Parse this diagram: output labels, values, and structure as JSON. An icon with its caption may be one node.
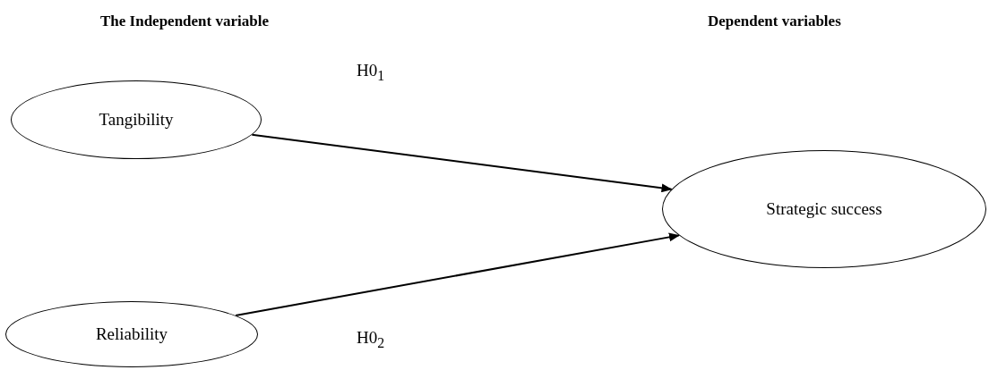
{
  "diagram": {
    "nodes": [
      {
        "text": [
          "Tangibility"
        ]
      },
      {
        "text": [
          "Reliability"
        ]
      },
      {
        "text": [
          "Strategic success"
        ]
      }
    ],
    "edges": [
      {
        "from": 0,
        "to": 2,
        "arrow": "to",
        "label": "H0$_{1}$"
      },
      {
        "from": 1,
        "to": 2,
        "arrow": "to",
        "label": "H0$_{2}$"
      }
    ],
    "labels": [
      "The Independent variable",
      "Dependent variables"
    ]
  }
}
